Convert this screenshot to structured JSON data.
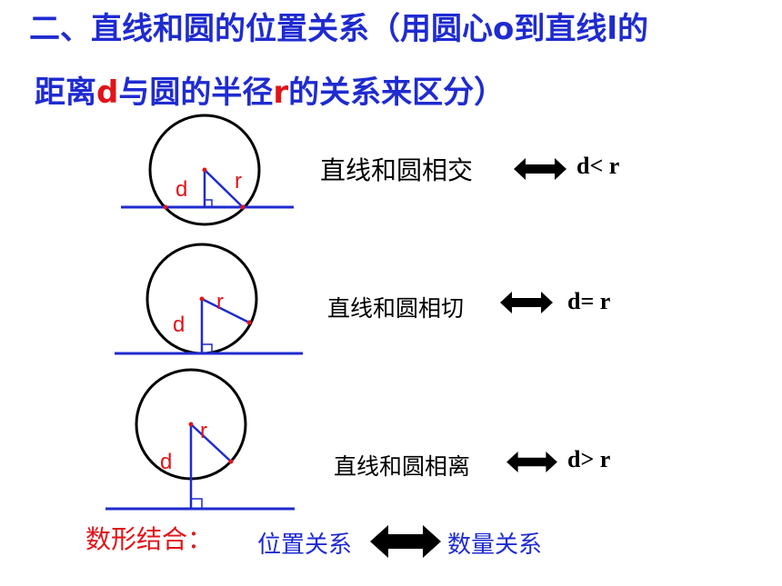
{
  "title": {
    "line1": "二、直线和圆的位置关系（用圆心o到直线l的",
    "line2_a": "距离",
    "line2_d": "d",
    "line2_b": "与圆的半径",
    "line2_r": "r",
    "line2_c": "的关系来区分）"
  },
  "cases": [
    {
      "relation": "直线和圆相交",
      "condition": "d< r",
      "d_label": "d",
      "r_label": "r"
    },
    {
      "relation": "直线和圆相切",
      "condition": "d= r",
      "d_label": "d",
      "r_label": "r"
    },
    {
      "relation": "直线和圆相离",
      "condition": "d> r",
      "d_label": "d",
      "r_label": "r"
    }
  ],
  "summary": {
    "label": "数形结合：",
    "left": "位置关系",
    "right": "数量关系"
  },
  "colors": {
    "blue": "#1f2bd0",
    "red": "#e0141a",
    "black": "#000000"
  }
}
